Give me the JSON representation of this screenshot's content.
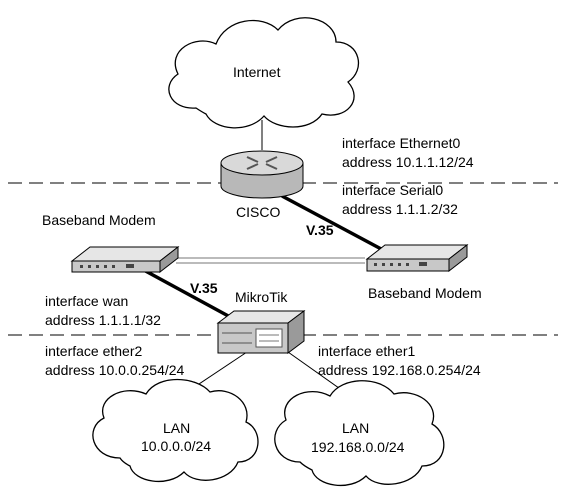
{
  "clouds": {
    "internet": "Internet",
    "lan1": {
      "title": "LAN",
      "subnet": "10.0.0.0/24"
    },
    "lan2": {
      "title": "LAN",
      "subnet": "192.168.0.0/24"
    }
  },
  "devices": {
    "router": "CISCO",
    "mikrotik": "MikroTik",
    "modem_left": "Baseband Modem",
    "modem_right": "Baseband Modem"
  },
  "links": {
    "v35_top": "V.35",
    "v35_bottom": "V.35"
  },
  "interfaces": {
    "cisco_ethernet": {
      "name": "interface Ethernet0",
      "address": "address 10.1.1.12/24"
    },
    "cisco_serial": {
      "name": "interface Serial0",
      "address": "address 1.1.1.2/32"
    },
    "mikrotik_wan": {
      "name": "interface wan",
      "address": "address 1.1.1.1/32"
    },
    "mikrotik_ether2": {
      "name": "interface ether2",
      "address": "address 10.0.0.254/24"
    },
    "mikrotik_ether1": {
      "name": "interface ether1",
      "address": "address 192.168.0.254/24"
    }
  }
}
